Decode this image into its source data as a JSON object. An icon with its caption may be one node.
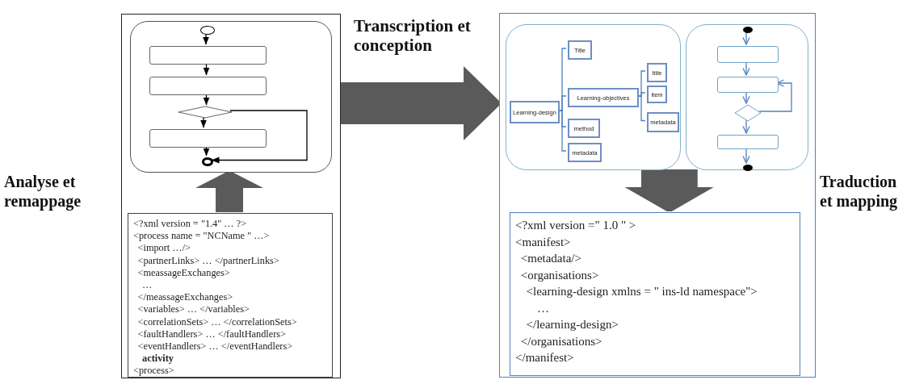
{
  "diagram": {
    "nodes": [
      {
        "text": [],
        "shape": "box"
      },
      {
        "text": [],
        "shape": "box",
        "in": 0
      },
      {
        "text": [],
        "shape": "circle",
        "in": 1
      },
      {
        "text": [],
        "shape": "box",
        "in": 1
      },
      {
        "text": [],
        "shape": "box",
        "in": 1
      },
      {
        "text": [],
        "shape": "diamond",
        "in": 1
      },
      {
        "text": [],
        "shape": "box",
        "in": 1
      },
      {
        "text": [],
        "shape": "circle",
        "in": 1
      },
      {
        "text": [
          "<?xml version = \"1.4\" … ?>",
          "<process name = \"NCName \" …>",
          "<import …/>",
          "<partnerLinks> … </partnerLinks>",
          "<meassageExchanges>",
          "…",
          "</meassageExchanges>",
          "<variables> … </variables>",
          "<correlationSets> … </correlationSets>",
          "<faultHandlers> … </faultHandlers>",
          "<eventHandlers> … </eventHandlers>",
          "activity",
          "<process>"
        ],
        "in": 0
      },
      {
        "text": [],
        "shape": "box"
      },
      {
        "text": [],
        "shape": "box",
        "in": 9
      },
      {
        "text": [
          "Learning-design"
        ],
        "in": 10
      },
      {
        "text": [
          "Title"
        ],
        "in": 10
      },
      {
        "text": [
          "Learning-objectives"
        ],
        "in": 10
      },
      {
        "text": [
          "title"
        ],
        "in": 10
      },
      {
        "text": [
          "item"
        ],
        "in": 10
      },
      {
        "text": [
          "metadata"
        ],
        "in": 10
      },
      {
        "text": [
          "method"
        ],
        "in": 10
      },
      {
        "text": [
          "metadata"
        ],
        "in": 10
      },
      {
        "text": [],
        "shape": "box",
        "in": 9
      },
      {
        "text": [],
        "shape": "circle",
        "in": 19
      },
      {
        "text": [],
        "shape": "box",
        "in": 19
      },
      {
        "text": [],
        "shape": "box",
        "in": 19
      },
      {
        "text": [],
        "shape": "diamond",
        "in": 19
      },
      {
        "text": [],
        "shape": "box",
        "in": 19
      },
      {
        "text": [],
        "shape": "circle",
        "in": 19
      },
      {
        "text": [
          "<?xml version =\" 1.0 \" >",
          "<manifest>",
          "<metadata/>",
          "<organisations>",
          "<learning-design xmlns = \" ins-ld namespace\">",
          "…",
          "</learning-design>",
          "</organisations>",
          "</manifest>"
        ],
        "in": 9
      }
    ],
    "edges": [
      {
        "from": 2,
        "to": 3,
        "arrow": "to",
        "color": "#000000"
      },
      {
        "from": 3,
        "to": 4,
        "arrow": "to",
        "color": "#000000"
      },
      {
        "from": 4,
        "to": 5,
        "arrow": "to",
        "color": "#000000"
      },
      {
        "from": 5,
        "to": 6,
        "arrow": "to",
        "color": "#000000"
      },
      {
        "from": 6,
        "to": 7,
        "arrow": "to",
        "color": "#000000"
      },
      {
        "from": 5,
        "to": 7,
        "arrow": "to",
        "color": "#000000"
      },
      {
        "from": 8,
        "to": 1,
        "arrow": "to",
        "style": "thick",
        "color": "#5a5a5a"
      },
      {
        "from": 0,
        "to": 9,
        "arrow": "to",
        "label": "Transcription et conception",
        "style": "thick",
        "color": "#5a5a5a"
      },
      {
        "from": 11,
        "to": 12,
        "arrow": "none"
      },
      {
        "from": 11,
        "to": 13,
        "arrow": "none"
      },
      {
        "from": 11,
        "to": 17,
        "arrow": "none"
      },
      {
        "from": 11,
        "to": 18,
        "arrow": "none"
      },
      {
        "from": 13,
        "to": 14,
        "arrow": "none"
      },
      {
        "from": 13,
        "to": 15,
        "arrow": "none"
      },
      {
        "from": 13,
        "to": 16,
        "arrow": "none"
      },
      {
        "from": 20,
        "to": 21,
        "arrow": "to"
      },
      {
        "from": 21,
        "to": 22,
        "arrow": "to"
      },
      {
        "from": 22,
        "to": 23,
        "arrow": "to"
      },
      {
        "from": 23,
        "to": 24,
        "arrow": "to"
      },
      {
        "from": 24,
        "to": 25,
        "arrow": "to"
      },
      {
        "from": 23,
        "to": 22,
        "arrow": "to"
      },
      {
        "from": 10,
        "to": 26,
        "arrow": "to",
        "style": "thick",
        "color": "#5a5a5a"
      },
      {
        "from": 19,
        "to": 26,
        "arrow": "to",
        "style": "thick",
        "color": "#5a5a5a"
      }
    ],
    "labels": [
      "Analyse et remappage",
      "Traduction et mapping"
    ]
  }
}
